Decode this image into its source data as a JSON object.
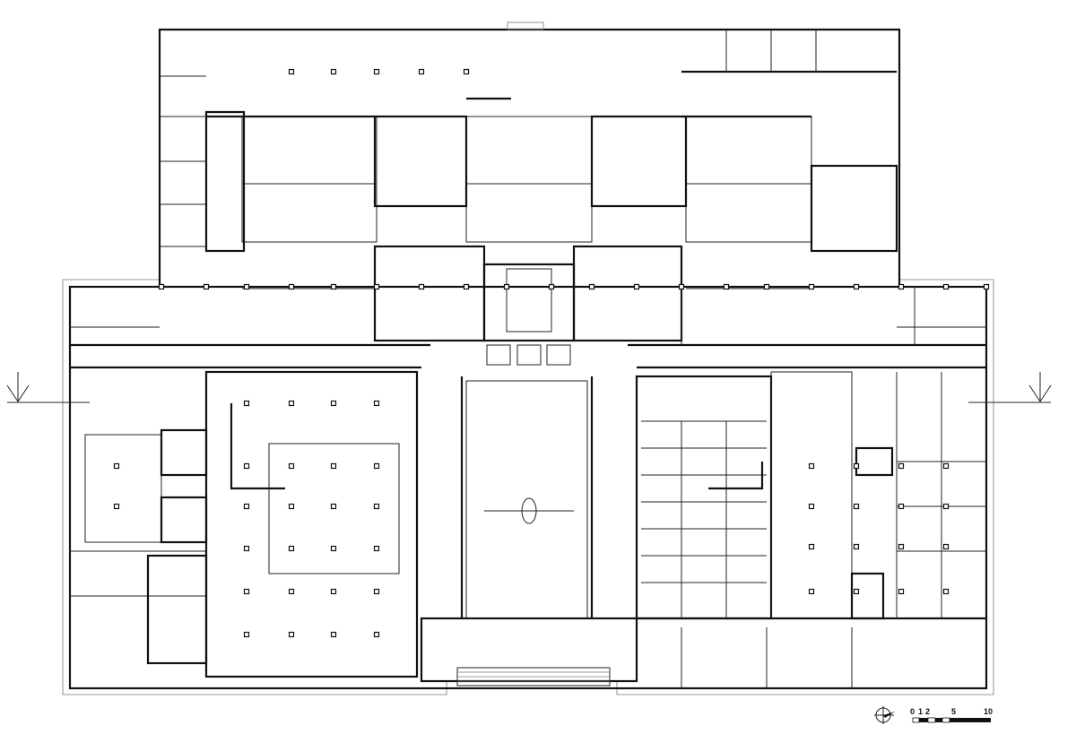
{
  "drawing": {
    "type": "architectural floor plan",
    "line_color": "#111111",
    "background": "#ffffff"
  },
  "scale_bar": {
    "labels": [
      "0",
      "1",
      "2",
      "5",
      "10"
    ]
  },
  "north_arrow": {
    "icon": "compass-north-icon"
  },
  "section_markers": {
    "icon": "section-arrow-icon"
  }
}
